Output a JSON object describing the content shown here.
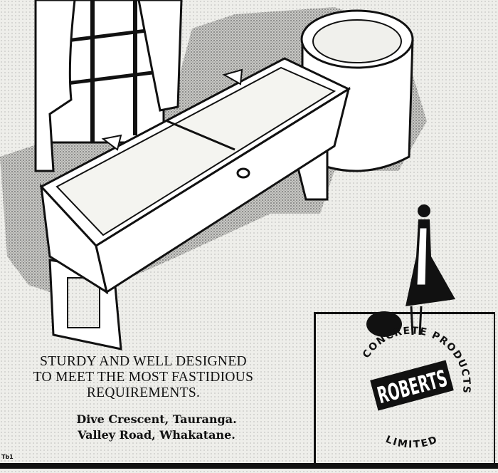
{
  "headline": [
    "STURDY AND WELL DESIGNED",
    "TO MEET THE MOST FASTIDIOUS",
    "REQUIREMENTS."
  ],
  "addresses": [
    "Dive Crescent, Tauranga.",
    "Valley Road, Whakatane."
  ],
  "code": "Tb1",
  "logo": {
    "name": "ROBERTS",
    "arc_top": "CONCRETE PRODUCTS",
    "arc_bottom": "LIMITED"
  }
}
